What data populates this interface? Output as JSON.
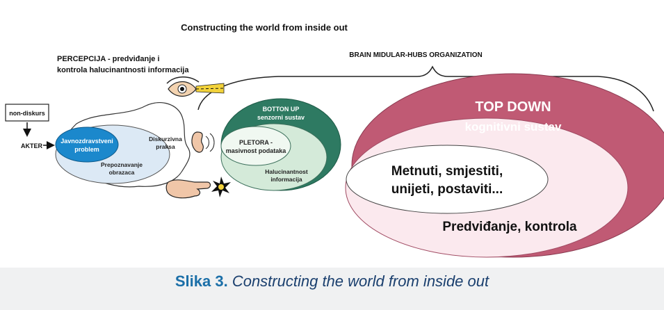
{
  "figure": {
    "title": "Constructing the world from inside out",
    "perception_label_line1": "PERCEPCIJA - predviđanje i",
    "perception_label_line2": "kontrola halucinantnosti informacija",
    "brain_label": "BRAIN MIDULAR-HUBS ORGANIZATION",
    "non_diskurs": "non-diskurs",
    "akter": "AKTER",
    "public_health_line1": "Javnozdravstveni",
    "public_health_line2": "problem",
    "pattern_line1": "Prepoznavanje",
    "pattern_line2": "obrazaca",
    "discursive_line1": "Diskurzivna",
    "discursive_line2": "praksa",
    "bottom_up_line1": "BOTTON UP",
    "bottom_up_line2": "senzorni sustav",
    "plethora_line1": "PLETORA -",
    "plethora_line2": "masivnost podataka",
    "hallucination_line1": "Halucinantnost",
    "hallucination_line2": "informacija",
    "top_down_line1": "TOP DOWN",
    "top_down_line2": "kognitivni  sustav",
    "place_line1": "Metnuti, smjestiti,",
    "place_line2": "unijeti, postaviti...",
    "predict_control": "Predviđanje, kontrola"
  },
  "caption": {
    "label": "Slika 3.",
    "text": "Constructing the world from inside out"
  },
  "colors": {
    "blue": "#1b88cc",
    "green_dark": "#2e7a62",
    "green_light": "#d4ead9",
    "crimson": "#c05a74",
    "pink_light": "#fbe9ee",
    "caption_blue": "#1b6fa8"
  },
  "icons": [
    "eye-icon",
    "ear-icon",
    "touch-hand-icon",
    "arrow-right-icon",
    "arrow-down-icon"
  ]
}
